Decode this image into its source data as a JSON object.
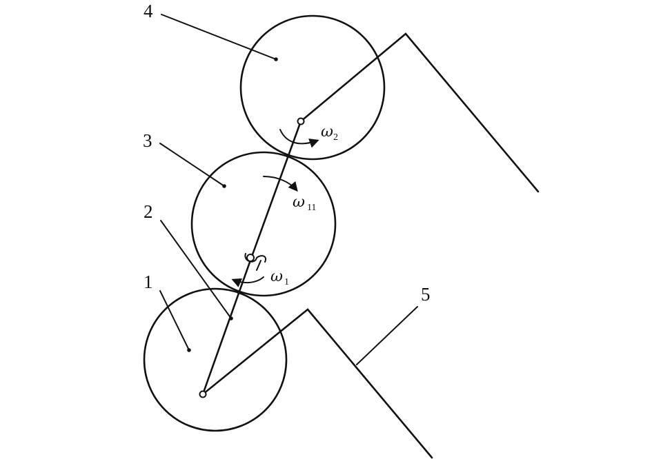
{
  "labels": {
    "part_1": "1",
    "part_2": "2",
    "part_3": "3",
    "part_4": "4",
    "part_5": "5"
  },
  "angular_velocities": {
    "omega_2": {
      "symbol": "ω",
      "subscript": "2"
    },
    "omega_11": {
      "symbol": "ω",
      "subscript": "11"
    },
    "omega_1": {
      "symbol": "ω",
      "subscript": "1"
    }
  },
  "colors": {
    "line": "#111111",
    "background": "#ffffff"
  }
}
